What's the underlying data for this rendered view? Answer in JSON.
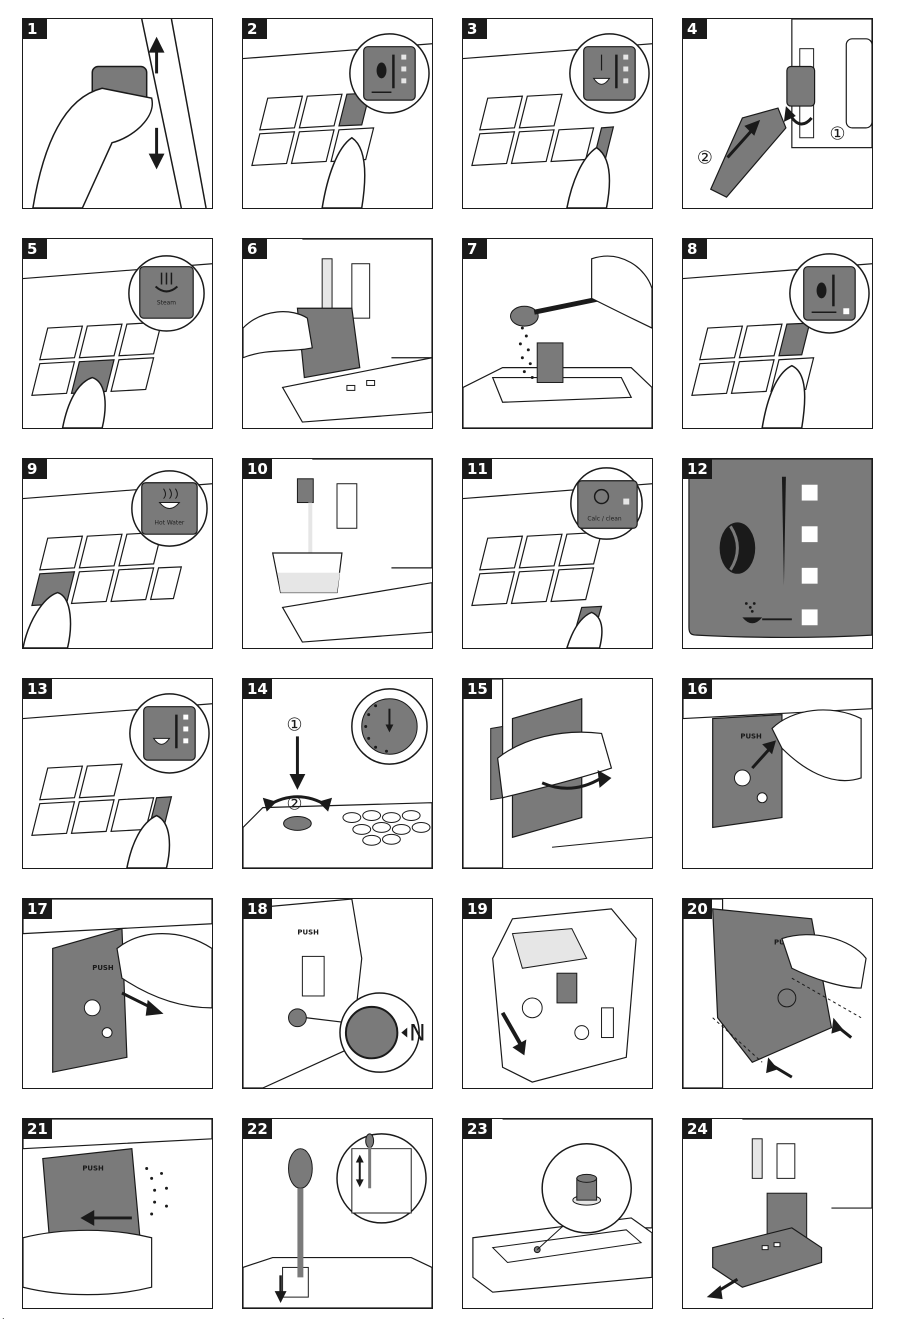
{
  "panels": [
    {
      "num": "1"
    },
    {
      "num": "2"
    },
    {
      "num": "3"
    },
    {
      "num": "4"
    },
    {
      "num": "5"
    },
    {
      "num": "6"
    },
    {
      "num": "7"
    },
    {
      "num": "8"
    },
    {
      "num": "9"
    },
    {
      "num": "10"
    },
    {
      "num": "11"
    },
    {
      "num": "12"
    },
    {
      "num": "13"
    },
    {
      "num": "14"
    },
    {
      "num": "15"
    },
    {
      "num": "16"
    },
    {
      "num": "17"
    },
    {
      "num": "18"
    },
    {
      "num": "19"
    },
    {
      "num": "20"
    },
    {
      "num": "21"
    },
    {
      "num": "22"
    },
    {
      "num": "23"
    },
    {
      "num": "24"
    }
  ],
  "labels": {
    "step_one": "①",
    "step_two": "②",
    "steam": "Steam",
    "hot_water": "Hot Water",
    "calc_clean": "Calc / clean",
    "push": "PUSH",
    "n_mark": "N",
    "corner": "."
  },
  "colors": {
    "line": "#1a1a1a",
    "fill_gray": "#7a7a7a",
    "fill_light": "#e6e6e6"
  }
}
